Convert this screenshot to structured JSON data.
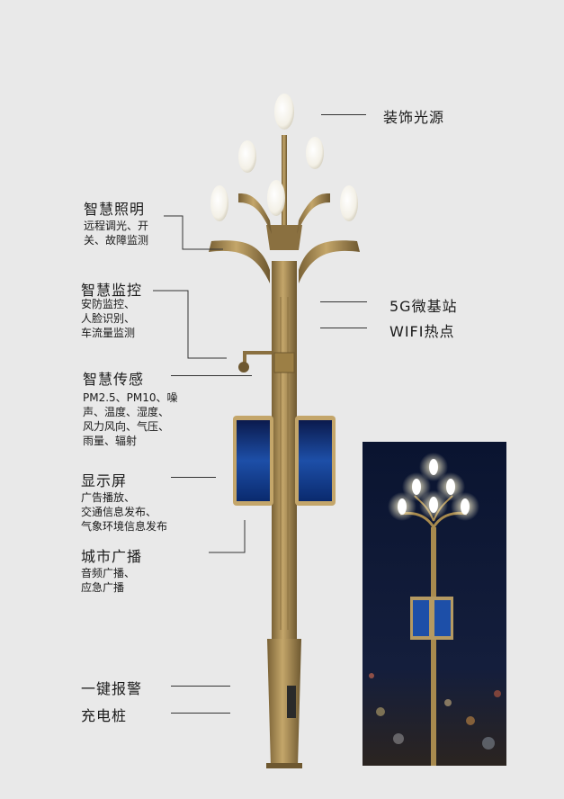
{
  "labels": {
    "decor_light": "装饰光源",
    "smart_lighting": {
      "title": "智慧照明",
      "lines": [
        "远程调光、开",
        "关、故障监测"
      ]
    },
    "smart_monitor": {
      "title": "智慧监控",
      "lines": [
        "安防监控、",
        "人脸识别、",
        "车流量监测"
      ]
    },
    "base_station": "5G微基站",
    "wifi": "WIFI热点",
    "smart_sensing": {
      "title": "智慧传感",
      "lines": [
        "PM2.5、PM10、噪",
        "声、温度、湿度、",
        "风力风向、气压、",
        "雨量、辐射"
      ]
    },
    "display": {
      "title": "显示屏",
      "lines": [
        "广告播放、",
        "交通信息发布、",
        "气象环境信息发布"
      ]
    },
    "broadcast": {
      "title": "城市广播",
      "lines": [
        "音频广播、",
        "应急广播"
      ]
    },
    "alarm": "一键报警",
    "charging": "充电桩"
  },
  "colors": {
    "background": "#e9e9e9",
    "pole": "#a88a4e",
    "night_bg": "#0c1630"
  }
}
